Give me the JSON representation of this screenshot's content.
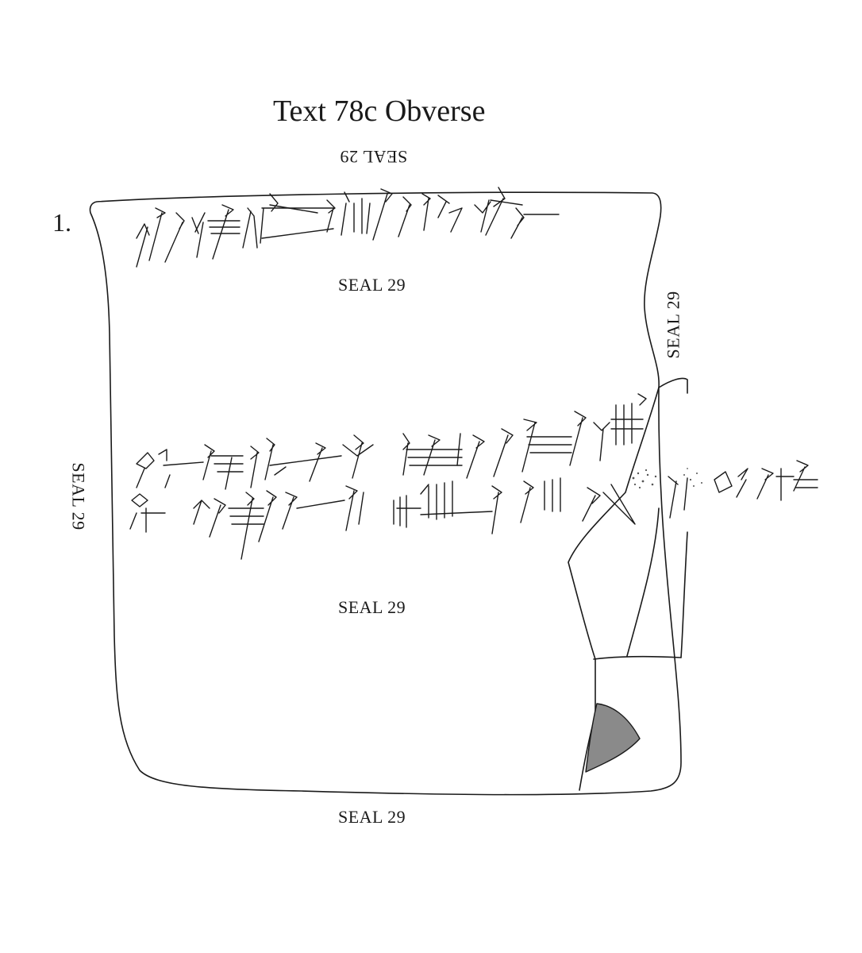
{
  "title": "Text 78c Obverse",
  "line_number": "1.",
  "seal_labels": {
    "top_inverted": "SEAL 29",
    "upper_center": "SEAL 29",
    "right_edge": "SEAL 29",
    "left_edge": "SEAL 29",
    "lower_center": "SEAL 29",
    "bottom": "SEAL 29"
  },
  "colors": {
    "ink": "#1a1a1a",
    "paper": "#ffffff"
  }
}
